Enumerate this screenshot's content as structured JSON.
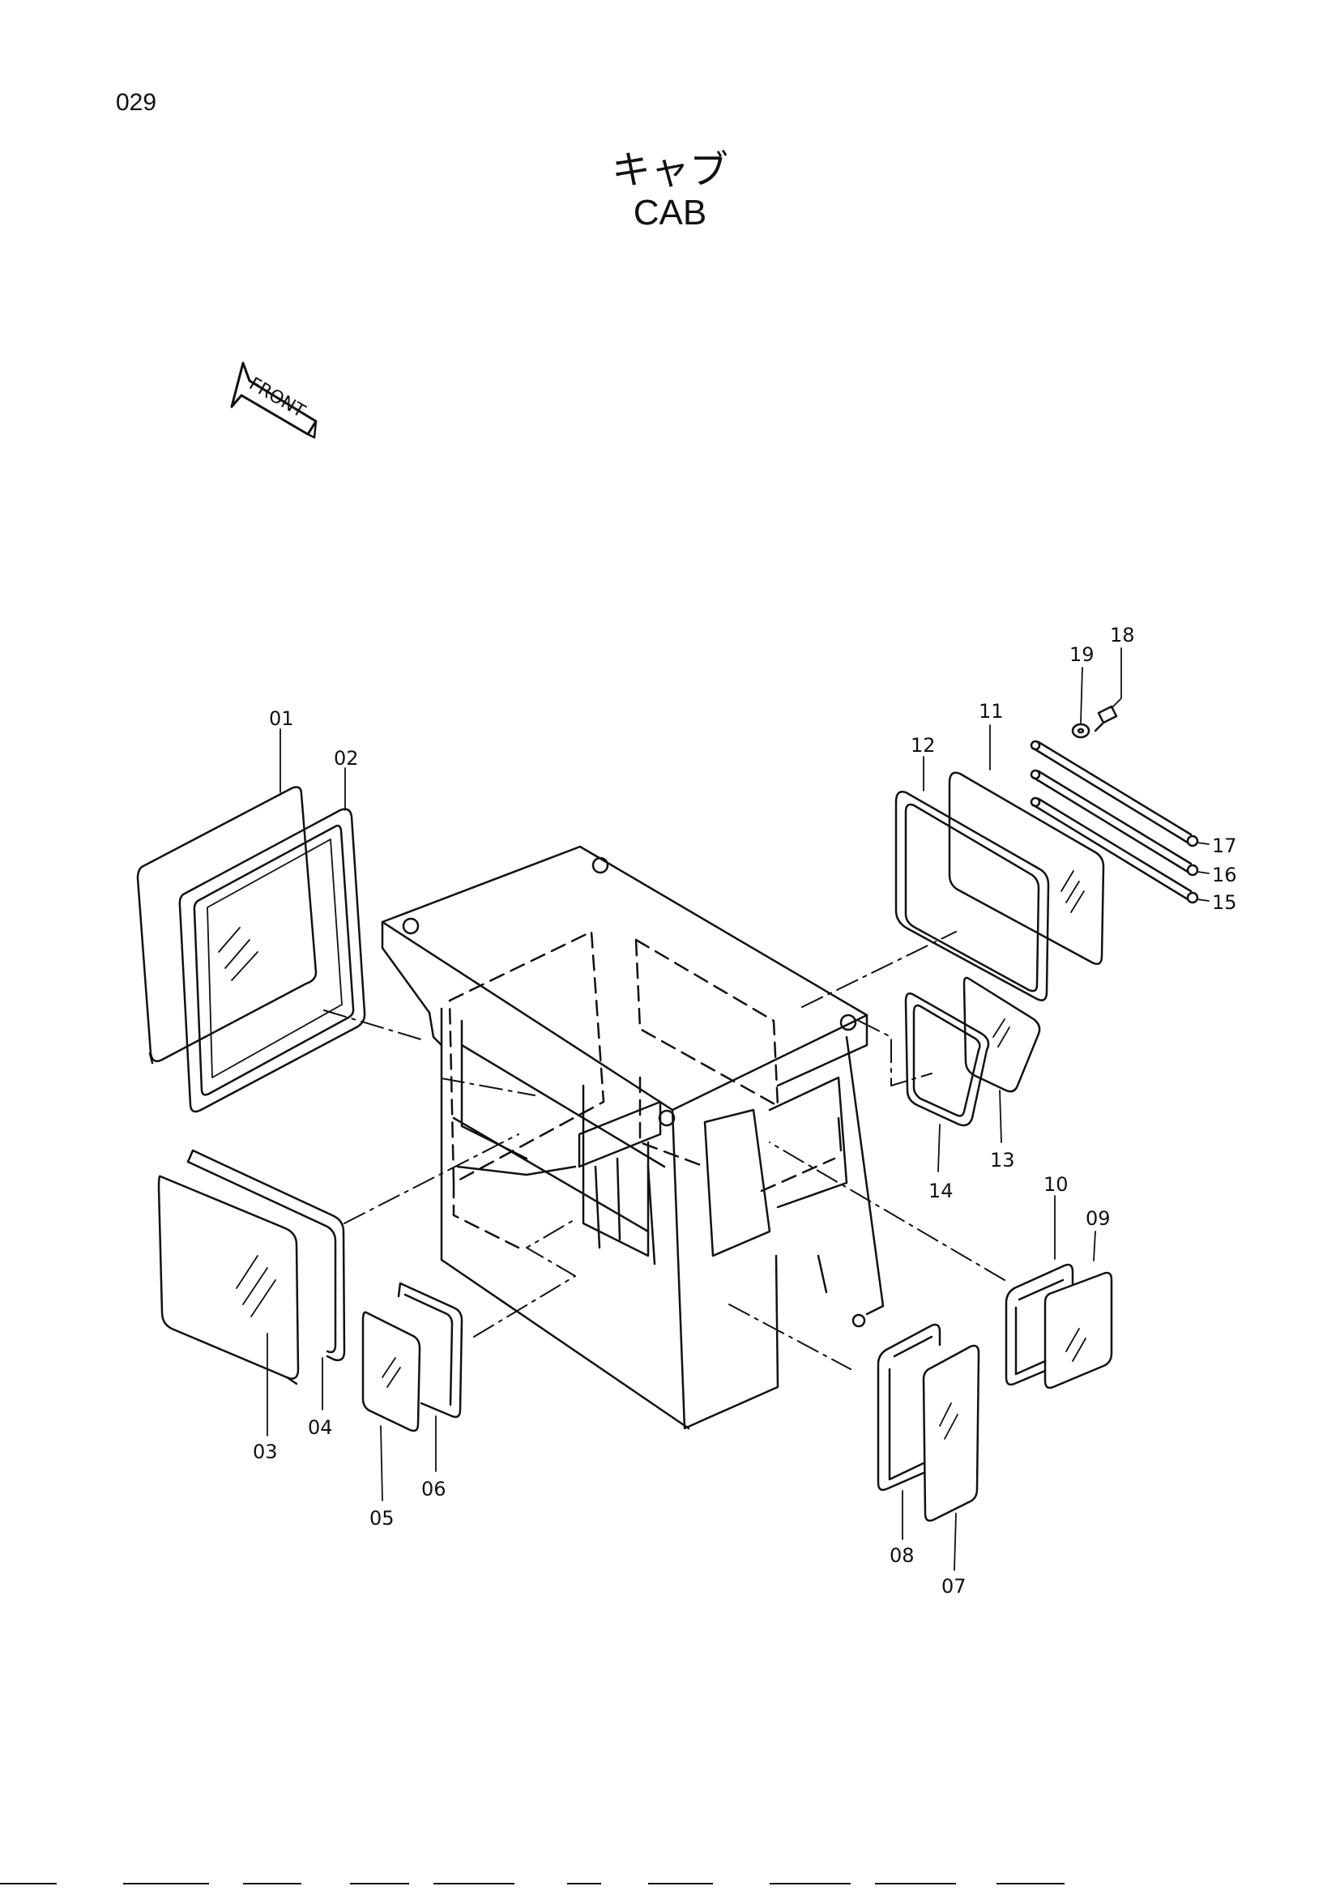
{
  "page_number": "029",
  "title_jp": "キャブ",
  "title_en": "CAB",
  "front_label": "FRONT",
  "callouts": [
    "01",
    "02",
    "03",
    "04",
    "05",
    "06",
    "07",
    "08",
    "09",
    "10",
    "11",
    "12",
    "13",
    "14",
    "15",
    "16",
    "17",
    "18",
    "19"
  ]
}
